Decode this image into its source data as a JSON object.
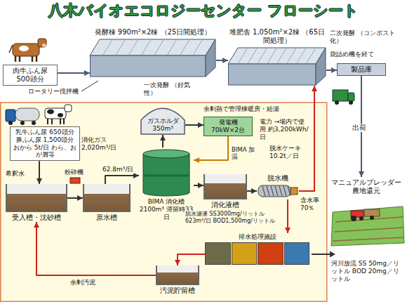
{
  "diagram": {
    "title": "八木バイオエコロジーセンター フローシート",
    "nodes": [
      {
        "text": [
          "肉牛ふん尿 500頭分"
        ]
      },
      {
        "text": [
          "発酵棟 990m²×2棟 （25日間処理）"
        ]
      },
      {
        "text": [
          "堆肥舎 1,050m²×2棟 （65日間処理）"
        ]
      },
      {
        "text": [
          "製品庫"
        ]
      },
      {
        "text": [
          "マニュアルブレッダー 農地還元"
        ]
      },
      {
        "text": [
          "乳牛ふん尿 650頭分 豚ふん尿 1,500頭分 おから 5t/日 わら、おが屑等"
        ]
      },
      {
        "text": [
          "ガスホルダ 350m³"
        ]
      },
      {
        "text": [
          "発電機 70kW×2台"
        ]
      },
      {
        "text": [
          "受入槽・沈砂槽"
        ]
      },
      {
        "text": [
          "原水槽"
        ]
      },
      {
        "text": [
          "BIMA 消化槽 2100m³ 滞留時33日"
        ]
      },
      {
        "text": [
          "消化液槽"
        ]
      },
      {
        "text": [
          "脱水機"
        ]
      },
      {
        "text": [
          "排水処理施設"
        ]
      },
      {
        "text": [
          "汚泥貯留槽"
        ]
      }
    ],
    "edges": [
      {
        "from": 0,
        "to": 1,
        "arrow": "to"
      },
      {
        "from": 1,
        "to": 2,
        "arrow": "to"
      },
      {
        "from": 2,
        "to": 3,
        "arrow": "to"
      },
      {
        "from": 3,
        "to": 4,
        "label": "出荷",
        "arrow": "to"
      },
      {
        "from": 5,
        "to": 8,
        "arrow": "to"
      },
      {
        "from": 8,
        "to": 9,
        "arrow": "to"
      },
      {
        "from": 9,
        "to": 10,
        "label": "62.8m³/日",
        "arrow": "to"
      },
      {
        "from": 10,
        "to": 6,
        "label": "消化ガス 2,020m³/日",
        "arrow": "to"
      },
      {
        "from": 6,
        "to": 7,
        "arrow": "to"
      },
      {
        "from": 7,
        "to": 10,
        "label": "BIMA 加温",
        "arrow": "to"
      },
      {
        "from": 10,
        "to": 11,
        "arrow": "to"
      },
      {
        "from": 11,
        "to": 12,
        "arrow": "to"
      },
      {
        "from": 12,
        "to": 2,
        "label": "脱水ケーキ 10.2t／日",
        "arrow": "to"
      },
      {
        "from": 12,
        "to": 13,
        "label": "脱水濾液 SS3000mg/リットル 623m³/日 BOD1,500mg/リットル",
        "arrow": "to"
      },
      {
        "from": 13,
        "to": 14,
        "arrow": "to"
      },
      {
        "from": 14,
        "to": 8,
        "label": "余剰汚泥",
        "arrow": "to"
      }
    ],
    "labels": [
      "ロータリー撹拌機",
      "一次発酵 （好気性）",
      "二次発酵 （コンポスト化）",
      "袋詰め機を経て",
      "希釈水",
      "粉砕機",
      "余剰熱で管理棟暖房・給湯",
      "電力 →場内で使用 約3,200kWh/日",
      "含水率 70％",
      "河川放流 SS 50mg／リットル BOD 20mg／リットル"
    ]
  }
}
